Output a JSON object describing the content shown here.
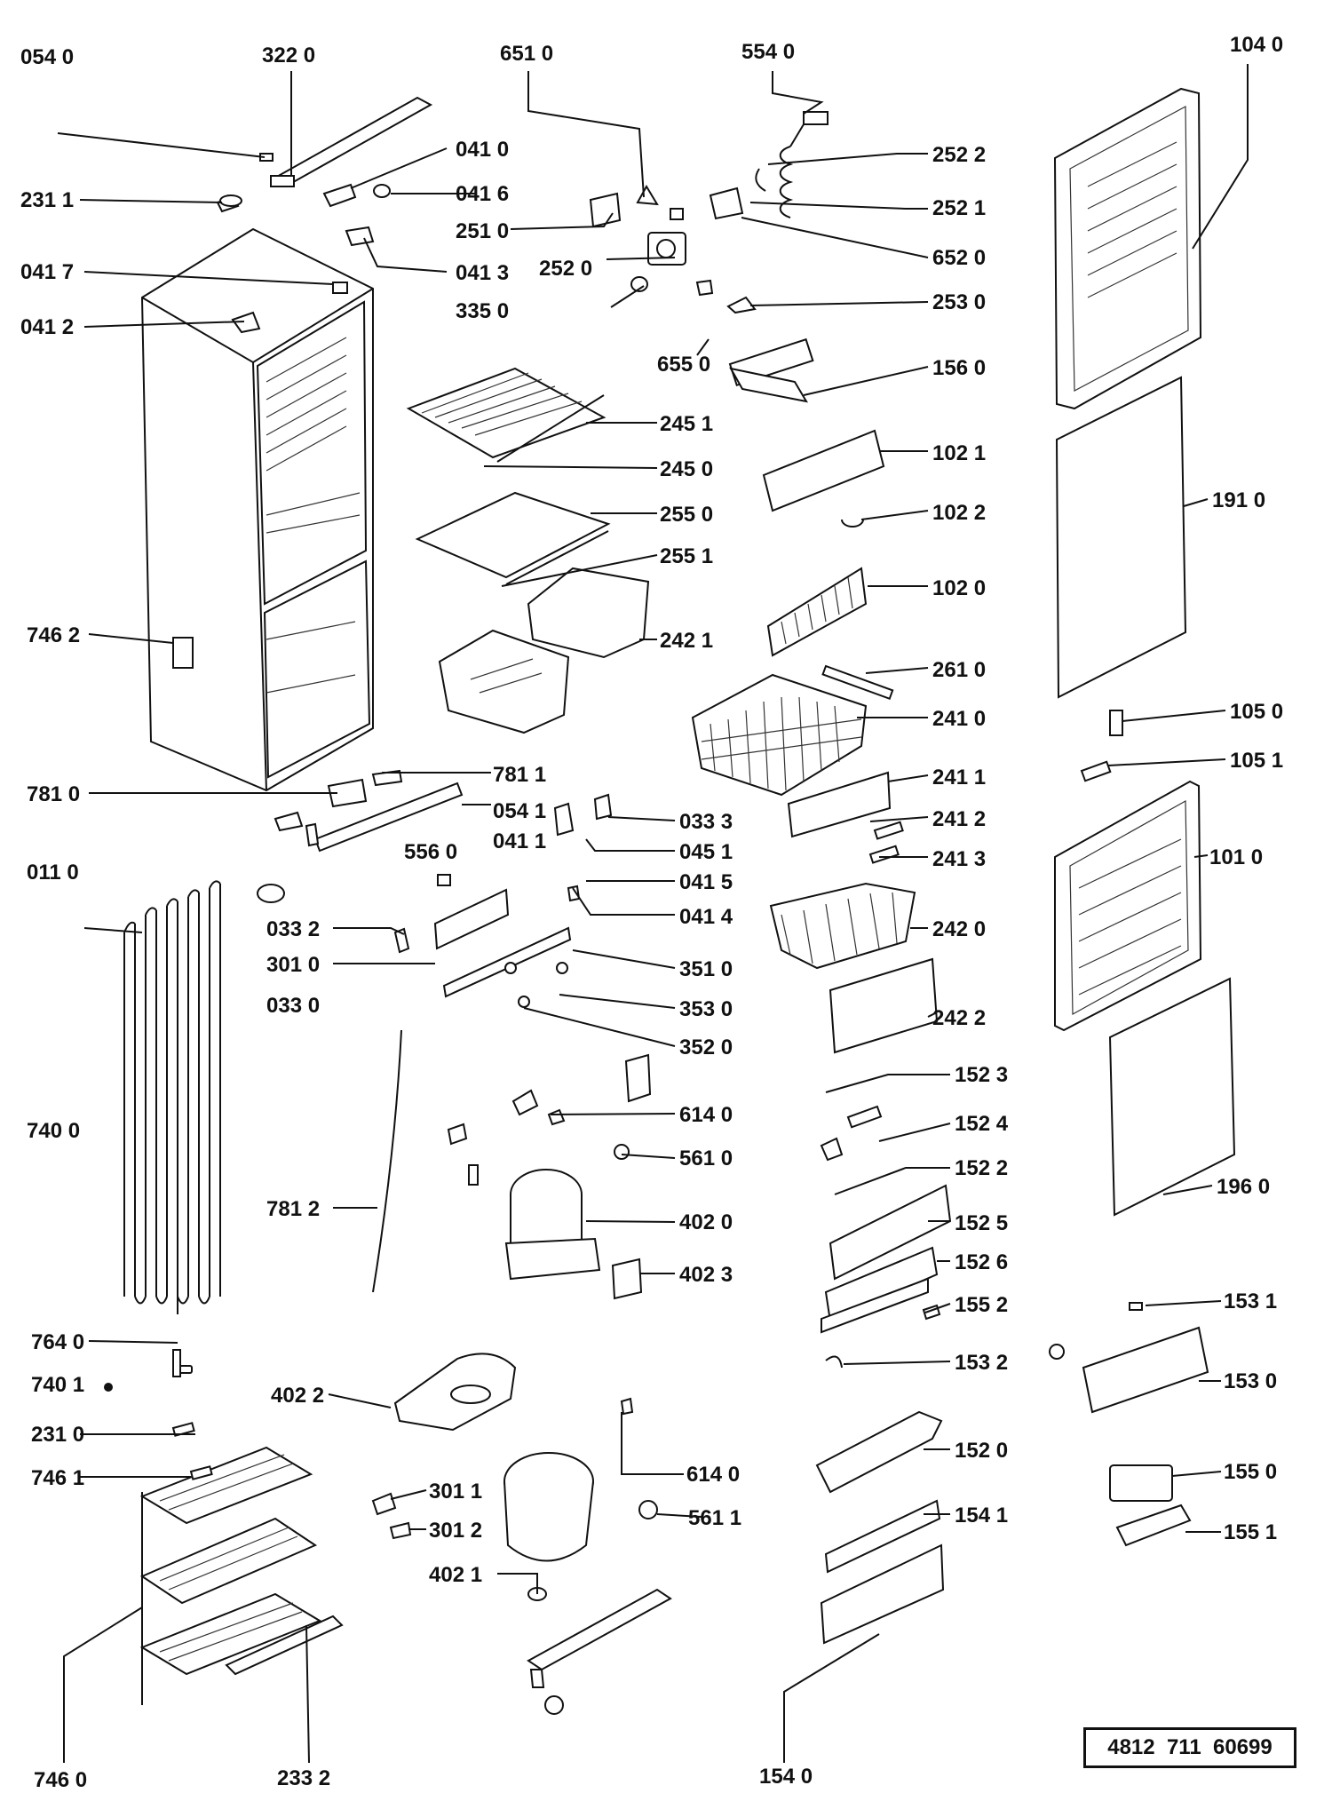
{
  "document_number": "4812  711  60699",
  "parts": [
    {
      "id": "p0541",
      "label": "054 0"
    },
    {
      "id": "p3220",
      "label": "322 0"
    },
    {
      "id": "p6510",
      "label": "651 0"
    },
    {
      "id": "p5540",
      "label": "554 0"
    },
    {
      "id": "p1040",
      "label": "104 0"
    },
    {
      "id": "p0410",
      "label": "041 0"
    },
    {
      "id": "p2522",
      "label": "252 2"
    },
    {
      "id": "p2311",
      "label": "231 1"
    },
    {
      "id": "p0416",
      "label": "041 6"
    },
    {
      "id": "p2521",
      "label": "252 1"
    },
    {
      "id": "p2510",
      "label": "251 0"
    },
    {
      "id": "p6520",
      "label": "652 0"
    },
    {
      "id": "p0417",
      "label": "041 7"
    },
    {
      "id": "p0413",
      "label": "041 3"
    },
    {
      "id": "p2520",
      "label": "252 0"
    },
    {
      "id": "p3350",
      "label": "335 0"
    },
    {
      "id": "p2530",
      "label": "253 0"
    },
    {
      "id": "p0412",
      "label": "041 2"
    },
    {
      "id": "p6550",
      "label": "655 0"
    },
    {
      "id": "p1560",
      "label": "156 0"
    },
    {
      "id": "p2451",
      "label": "245 1"
    },
    {
      "id": "p1021",
      "label": "102 1"
    },
    {
      "id": "p2450",
      "label": "245 0"
    },
    {
      "id": "p1910",
      "label": "191 0"
    },
    {
      "id": "p2550",
      "label": "255 0"
    },
    {
      "id": "p1022",
      "label": "102 2"
    },
    {
      "id": "p2551",
      "label": "255 1"
    },
    {
      "id": "p1020",
      "label": "102 0"
    },
    {
      "id": "p7462",
      "label": "746 2"
    },
    {
      "id": "p2421",
      "label": "242 1"
    },
    {
      "id": "p2610",
      "label": "261 0"
    },
    {
      "id": "p2410",
      "label": "241 0"
    },
    {
      "id": "p1050",
      "label": "105 0"
    },
    {
      "id": "p1051",
      "label": "105 1"
    },
    {
      "id": "p7811",
      "label": "781 1"
    },
    {
      "id": "p2411",
      "label": "241 1"
    },
    {
      "id": "p7810",
      "label": "781 0"
    },
    {
      "id": "p0541b",
      "label": "054 1"
    },
    {
      "id": "p0333",
      "label": "033 3"
    },
    {
      "id": "p2412",
      "label": "241 2"
    },
    {
      "id": "p5560",
      "label": "556 0"
    },
    {
      "id": "p0411",
      "label": "041 1"
    },
    {
      "id": "p0451",
      "label": "045 1"
    },
    {
      "id": "p2413",
      "label": "241 3"
    },
    {
      "id": "p1010",
      "label": "101 0"
    },
    {
      "id": "p0110",
      "label": "011 0"
    },
    {
      "id": "p0415",
      "label": "041 5"
    },
    {
      "id": "p0414",
      "label": "041 4"
    },
    {
      "id": "p0332",
      "label": "033 2"
    },
    {
      "id": "p2420",
      "label": "242 0"
    },
    {
      "id": "p3010",
      "label": "301 0"
    },
    {
      "id": "p3510",
      "label": "351 0"
    },
    {
      "id": "p0330",
      "label": "033 0"
    },
    {
      "id": "p3530",
      "label": "353 0"
    },
    {
      "id": "p2422",
      "label": "242 2"
    },
    {
      "id": "p3520",
      "label": "352 0"
    },
    {
      "id": "p1523",
      "label": "152 3"
    },
    {
      "id": "p6140",
      "label": "614 0"
    },
    {
      "id": "p7400",
      "label": "740 0"
    },
    {
      "id": "p1524",
      "label": "152 4"
    },
    {
      "id": "p5610",
      "label": "561 0"
    },
    {
      "id": "p1522",
      "label": "152 2"
    },
    {
      "id": "p1960",
      "label": "196 0"
    },
    {
      "id": "p7812",
      "label": "781 2"
    },
    {
      "id": "p4020",
      "label": "402 0"
    },
    {
      "id": "p1525",
      "label": "152 5"
    },
    {
      "id": "p1526",
      "label": "152 6"
    },
    {
      "id": "p4023",
      "label": "402 3"
    },
    {
      "id": "p1552",
      "label": "155 2"
    },
    {
      "id": "p1531",
      "label": "153 1"
    },
    {
      "id": "p7640",
      "label": "764 0"
    },
    {
      "id": "p1532",
      "label": "153 2"
    },
    {
      "id": "p7401",
      "label": "740 1"
    },
    {
      "id": "p1530",
      "label": "153 0"
    },
    {
      "id": "p4022",
      "label": "402 2"
    },
    {
      "id": "p2310",
      "label": "231 0"
    },
    {
      "id": "p1520",
      "label": "152 0"
    },
    {
      "id": "p6140b",
      "label": "614 0"
    },
    {
      "id": "p1550",
      "label": "155 0"
    },
    {
      "id": "p7461",
      "label": "746 1"
    },
    {
      "id": "p3011",
      "label": "301 1"
    },
    {
      "id": "p1541",
      "label": "154 1"
    },
    {
      "id": "p5611",
      "label": "561 1"
    },
    {
      "id": "p3012",
      "label": "301 2"
    },
    {
      "id": "p1551",
      "label": "155 1"
    },
    {
      "id": "p4021",
      "label": "402 1"
    },
    {
      "id": "p7460",
      "label": "746 0"
    },
    {
      "id": "p2332",
      "label": "233  2"
    },
    {
      "id": "p1540",
      "label": "154  0"
    }
  ]
}
